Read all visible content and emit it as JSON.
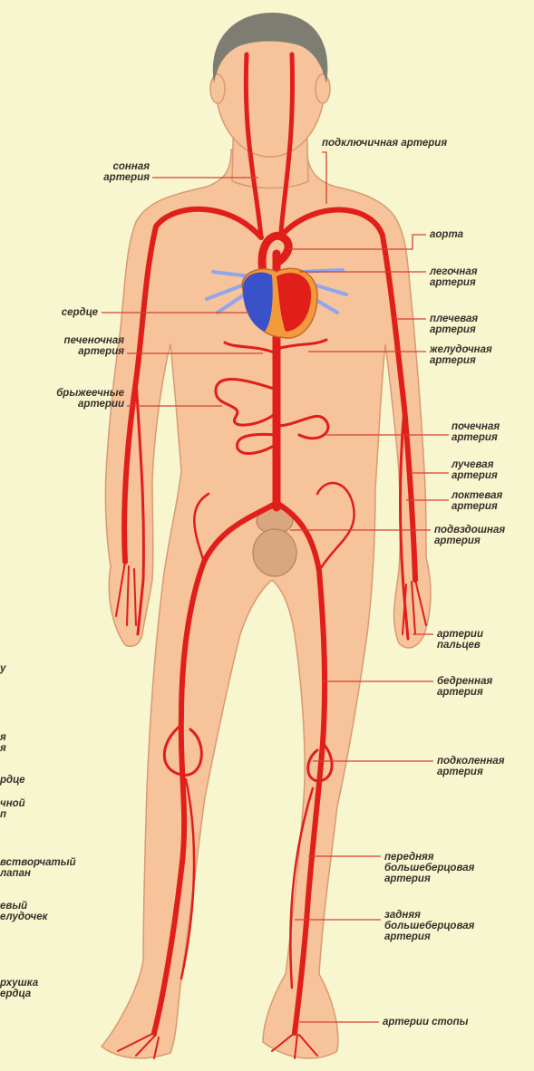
{
  "colors": {
    "background": "#f7f6cf",
    "skin": "#f6c39b",
    "skin_outline": "#d99a73",
    "hair": "#7d7d72",
    "artery": "#e01e1a",
    "artery_light": "#e8553a",
    "vein_blue": "#3a52c9",
    "pulmonary_blue": "#8fa6ec",
    "leader_line": "#d84030",
    "label_text": "#3a2f2a"
  },
  "labels": {
    "carotid": "сонная\nартерия",
    "subclavian": "подключичная артерия",
    "aorta": "аорта",
    "pulmonary": "легочная\nартерия",
    "heart": "сердце",
    "brachial": "плечевая\nартерия",
    "hepatic": "печеночная\nартерия",
    "gastric": "желудочная\nартерия",
    "mesenteric": "брыжеечные\nартерии",
    "renal": "почечная\nартерия",
    "radial": "лучевая\nартерия",
    "ulnar": "локтевая\nартерия",
    "iliac": "подвздошная\nартерия",
    "digital": "артерии\nпальцев",
    "femoral": "бедренная\nартерия",
    "popliteal": "подколенная\nартерия",
    "anterior_tibial": "передняя\nбольшеберцовая\nартерия",
    "posterior_tibial": "задняя\nбольшеберцовая\nартерия",
    "foot": "артерии стопы"
  },
  "cropped_left_labels": {
    "l1": "y",
    "l2": "я\nя",
    "l3": "рдце",
    "l4": "чной\nп",
    "l5": "встворчатый\nлапан",
    "l6": "евый\nелудочек",
    "l7": "рхушка\nердца"
  }
}
